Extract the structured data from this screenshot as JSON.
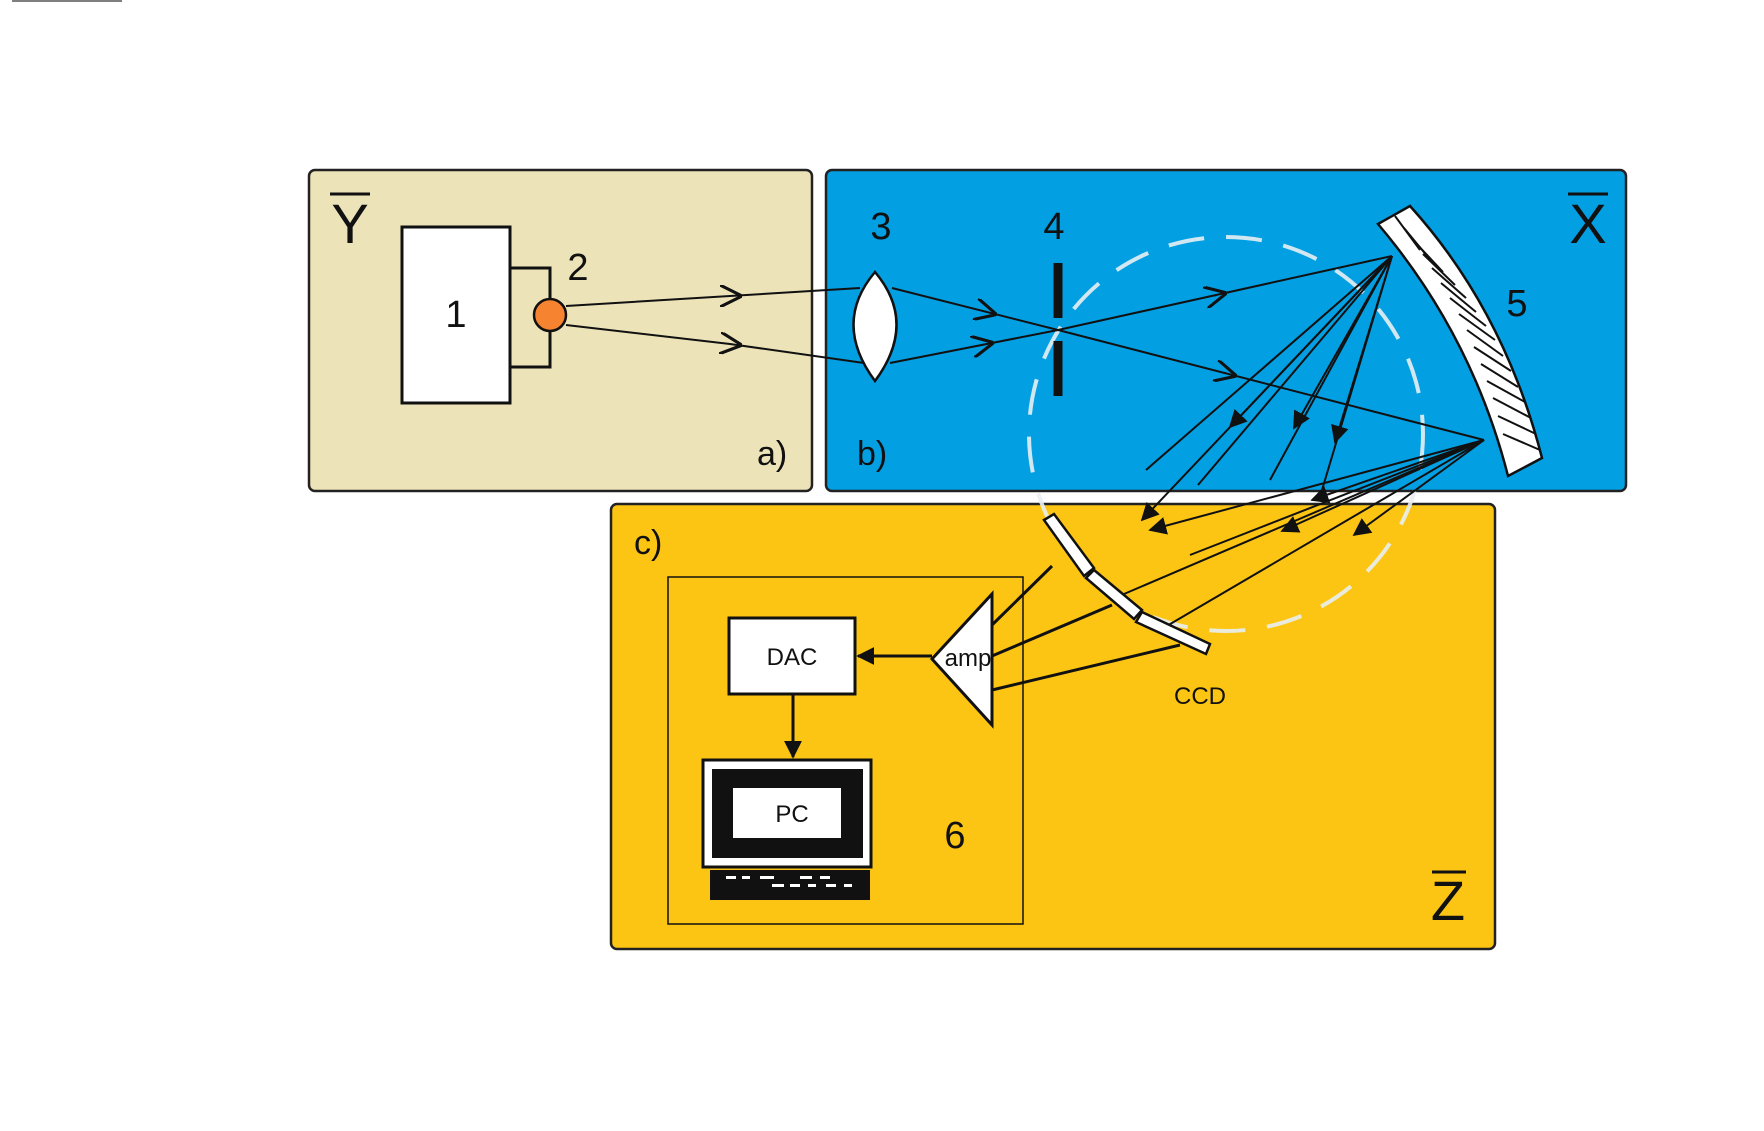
{
  "panels": {
    "a": {
      "label": "a)",
      "axis_letter": "Y",
      "color": "#ede3b9"
    },
    "b": {
      "label": "b)",
      "axis_letter": "X",
      "color": "#039fe3"
    },
    "c": {
      "label": "c)",
      "axis_letter": "Z",
      "color": "#fdc513"
    }
  },
  "components": {
    "source_block": "1",
    "lamp": "2",
    "lens": "3",
    "slit": "4",
    "grating": "5",
    "acquisition": "6",
    "ccd": "CCD",
    "amplifier": "amp",
    "dac": "DAC",
    "pc": "PC"
  },
  "colors": {
    "lamp": "#f5832f",
    "rays": "#111111",
    "rowland_circle": "#e8eef2"
  }
}
